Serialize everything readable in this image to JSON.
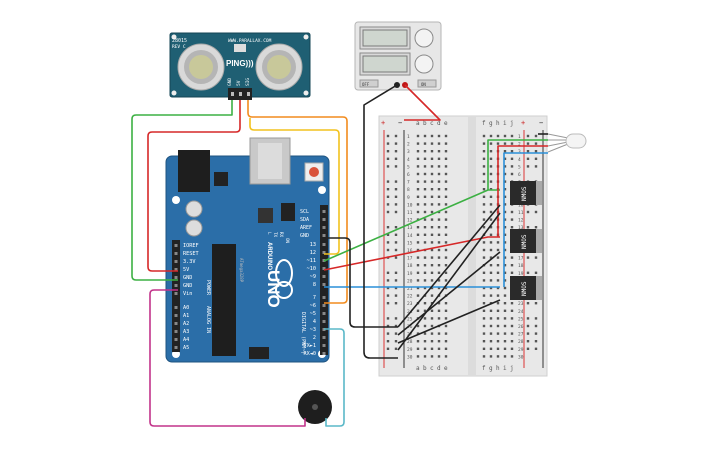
{
  "sensor": {
    "model": "28015",
    "rev": "REV C",
    "url": "WWW.PARALLAX.COM",
    "brand": "PING)))",
    "pins": [
      "GND",
      "5V",
      "SIG"
    ]
  },
  "power_supply": {
    "buttons": [
      "OFF",
      "ON"
    ]
  },
  "breadboard": {
    "cols_left": [
      "a",
      "b",
      "c",
      "d",
      "e"
    ],
    "cols_right": [
      "f",
      "g",
      "h",
      "i",
      "j"
    ],
    "rows": [
      "1",
      "2",
      "3",
      "4",
      "5",
      "6",
      "7",
      "8",
      "9",
      "10",
      "11",
      "12",
      "13",
      "14",
      "15",
      "16",
      "17",
      "18",
      "19",
      "20",
      "21",
      "22",
      "23",
      "24",
      "25",
      "26",
      "27",
      "28",
      "29",
      "30"
    ],
    "rail_plus": "+",
    "rail_minus": "−"
  },
  "transistors": [
    "NMOS",
    "NMOS",
    "NMOS"
  ],
  "arduino": {
    "logo": "UNO",
    "brand": "ARDUINO",
    "made_in": "TM",
    "aref_labels": [
      "SCL",
      "SDA",
      "AREF",
      "GND"
    ],
    "digital_labels": [
      "13",
      "12",
      "~11",
      "~10",
      "~9",
      "8",
      "7",
      "~6",
      "~5",
      "4",
      "~3",
      "2",
      "TX►1",
      "RX◄0"
    ],
    "digital_caption": "DIGITAL (PWM~)",
    "power_labels": [
      "IOREF",
      "RESET",
      "3.3V",
      "5V",
      "GND",
      "GND",
      "Vin"
    ],
    "power_caption": "POWER",
    "analog_labels": [
      "A0",
      "A1",
      "A2",
      "A3",
      "A4",
      "A5"
    ],
    "analog_caption": "ANALOG IN",
    "led_labels": [
      "L",
      "TX",
      "RX",
      "ON"
    ]
  },
  "colors": {
    "board_blue": "#2b6ea8",
    "wire_green": "#3cb043",
    "wire_red": "#d62828",
    "wire_orange": "#f28c1e",
    "wire_yellow": "#f2c21e",
    "wire_blue": "#2a8fd8",
    "wire_black": "#222222",
    "wire_magenta": "#c2338a",
    "wire_cyan": "#5ab8c8",
    "sensor_teal": "#1f5f73"
  }
}
